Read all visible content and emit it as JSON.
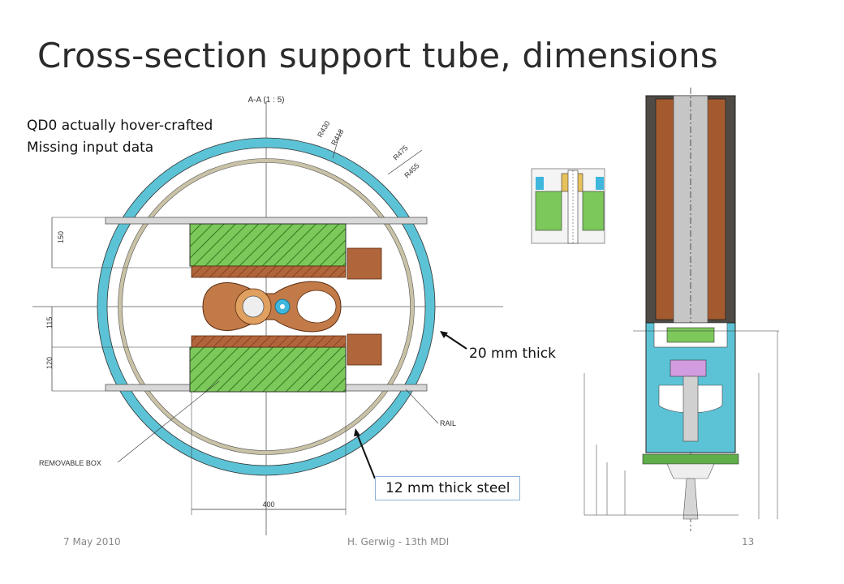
{
  "slide": {
    "title": "Cross-section support tube, dimensions",
    "notes": [
      "QD0 actually hover-crafted",
      "Missing input data"
    ],
    "callouts": {
      "outer_wall": "20 mm thick",
      "inner_wall": "12 mm thick steel"
    },
    "footer": {
      "date": "7 May 2010",
      "author": "H. Gerwig - 13th MDI",
      "page": "13"
    }
  },
  "section_drawing": {
    "view_label": "A-A (1 : 5)",
    "radii": [
      "R430",
      "R418",
      "R475",
      "R455"
    ],
    "dimensions": [
      "150",
      "115",
      "120",
      "400"
    ],
    "labels": {
      "removable_box": "REMOVABLE BOX",
      "rail": "RAIL"
    }
  },
  "colors": {
    "outer_wall": "#5cc3d6",
    "inner_wall": "#c9c2a6",
    "box": "#7cc85a",
    "copper": "#b0653b",
    "tube": "#3fb7dd"
  }
}
